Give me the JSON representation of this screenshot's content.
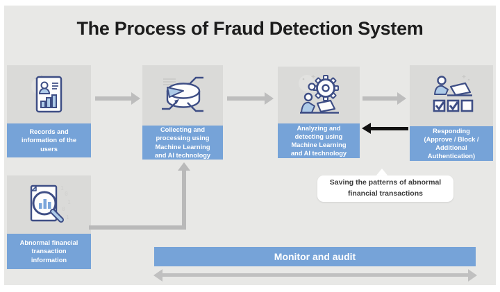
{
  "title": "The Process of Fraud Detection System",
  "steps": [
    {
      "label": "Records and\ninformation of the\nusers",
      "icon": "user-records-icon"
    },
    {
      "label": "Collecting and\nprocessing using\nMachine Learning\nand AI technology",
      "icon": "data-collection-icon"
    },
    {
      "label": "Analyzing and\ndetecting using\nMachine Learning\nand AI technology",
      "icon": "analysis-gear-icon"
    },
    {
      "label": "Responding\n(Approve / Block /\nAdditional\nAuthentication)",
      "icon": "responding-checklist-icon"
    }
  ],
  "source": {
    "label": "Abnormal financial\ntransaction\ninformation",
    "icon": "abnormal-search-icon"
  },
  "callout": {
    "text": "Saving the patterns of abnormal\nfinancial transactions"
  },
  "monitor": {
    "label": "Monitor and audit"
  },
  "colors": {
    "accent_blue": "#76a3d8",
    "canvas_gray": "#e8e8e6",
    "icon_box_gray": "#dadad8",
    "arrow_gray": "#bdbdbd",
    "arrow_black": "#111111",
    "icon_navy": "#3e4e85",
    "icon_light_blue": "#aecbe8",
    "title_color": "#1d1d1d"
  }
}
